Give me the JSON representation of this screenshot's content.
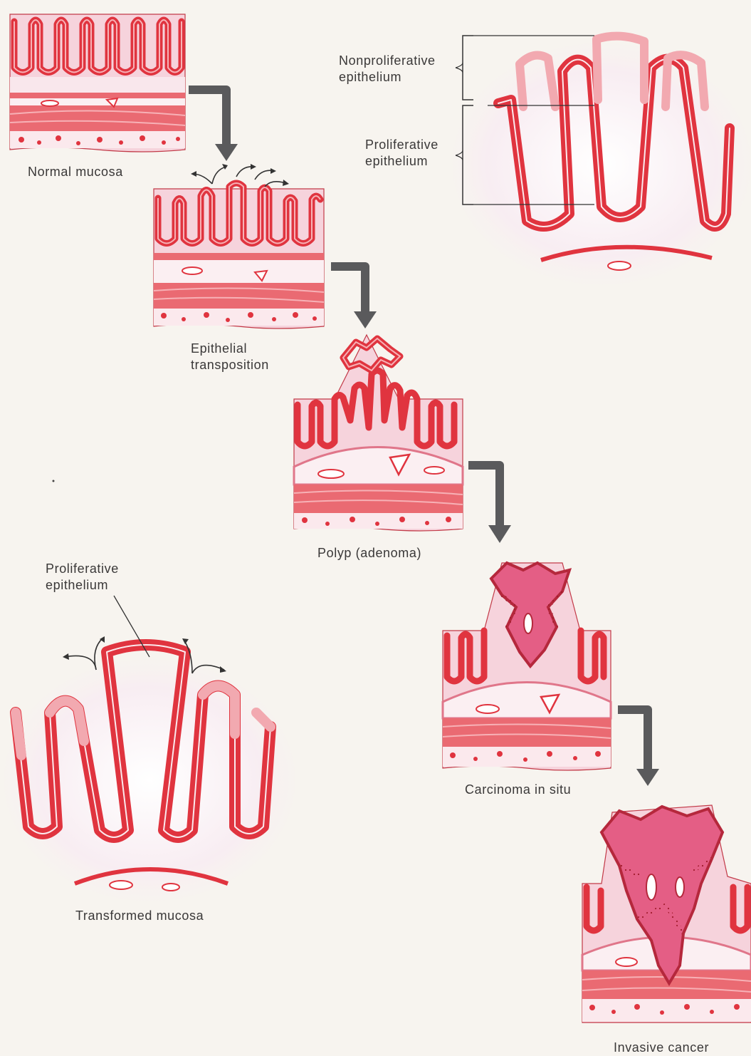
{
  "labels": {
    "normal": "Normal mucosa",
    "epithelial": [
      "Epithelial",
      "transposition"
    ],
    "polyp": "Polyp (adenoma)",
    "carcinoma": "Carcinoma in situ",
    "invasive": "Invasive cancer",
    "transformed": "Transformed mucosa",
    "nonproliferative": [
      "Nonproliferative",
      "epithelium"
    ],
    "proliferative_upper": [
      "Proliferative",
      "epithelium"
    ],
    "proliferative_lower": [
      "Proliferative",
      "epithelium"
    ]
  },
  "colors": {
    "epithelium_red": "#e0343f",
    "tissue_pink": "#f6d3dc",
    "muscle_red": "#ea6a72",
    "tumor_pink": "#e45e85",
    "arrow_gray": "#5a5a5c",
    "background": "#f7f4ef"
  }
}
